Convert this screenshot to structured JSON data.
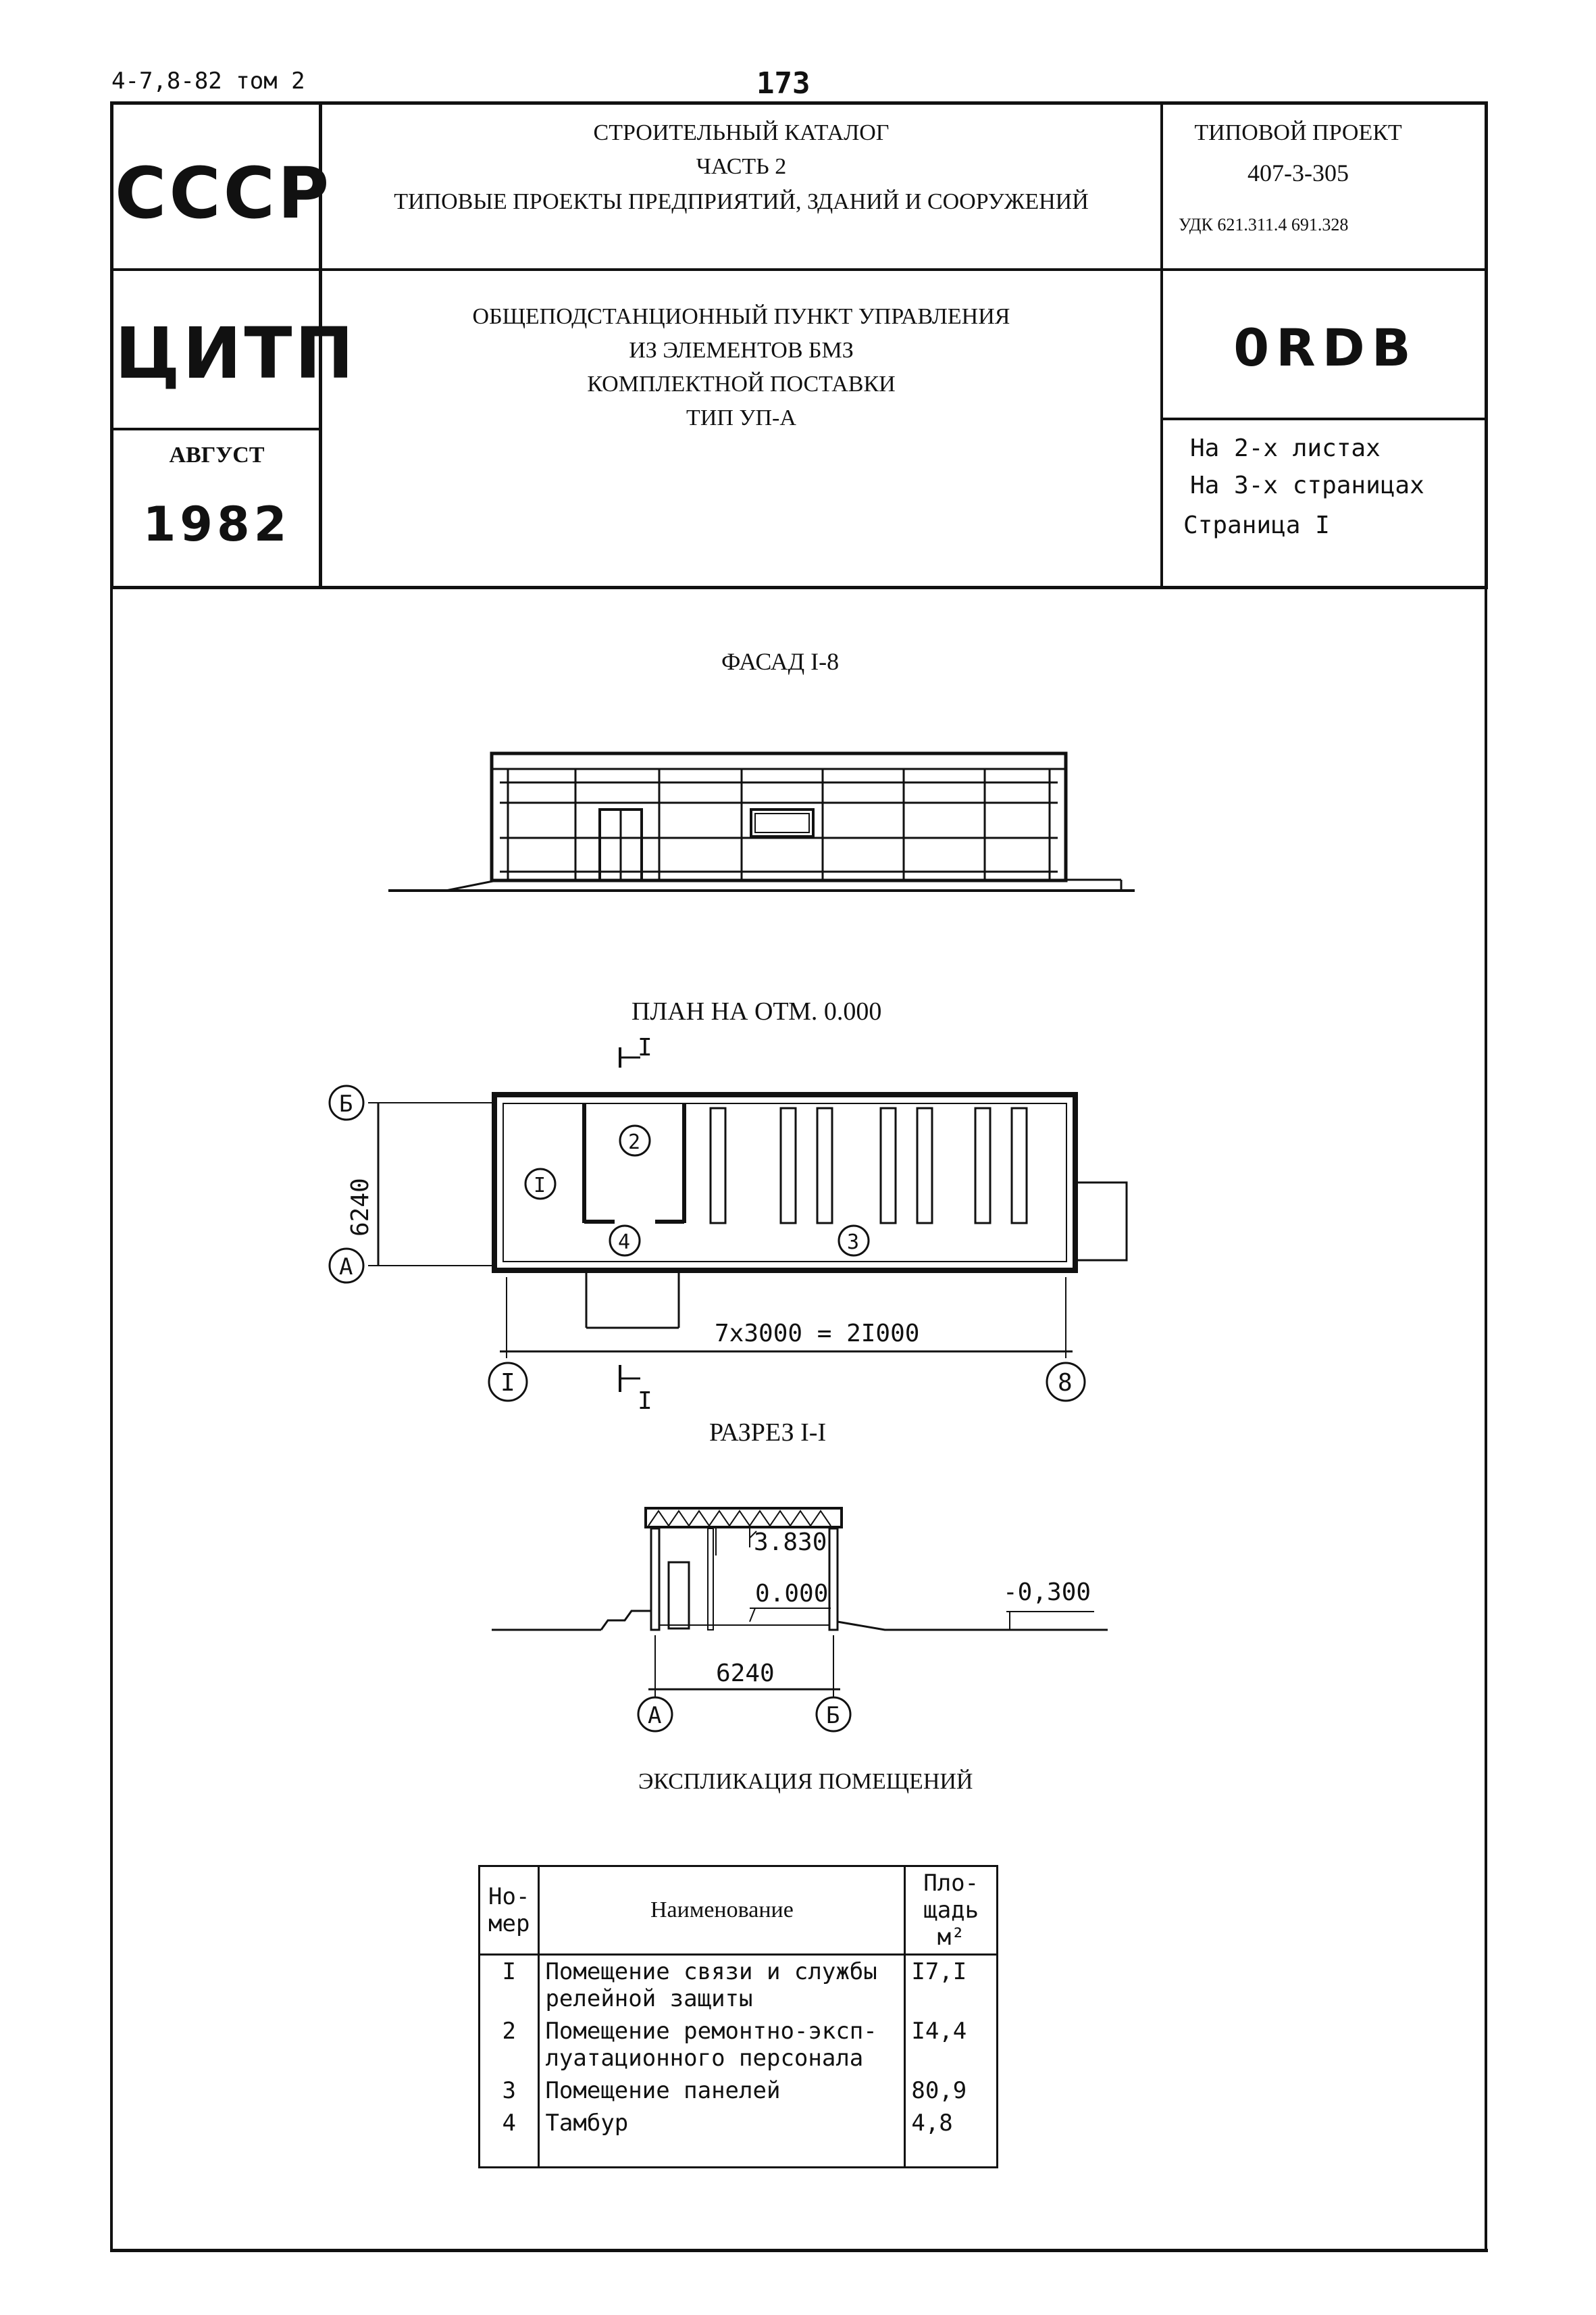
{
  "header": {
    "top_left_ref": "4-7,8-82 том 2",
    "page_number": "173",
    "org1": "СССР",
    "org2": "ЦИТП",
    "month": "АВГУСТ",
    "year": "1982",
    "catalog_title": [
      "СТРОИТЕЛЬНЫЙ КАТАЛОГ",
      "ЧАСТЬ 2",
      "ТИПОВЫЕ ПРОЕКТЫ ПРЕДПРИЯТИЙ, ЗДАНИЙ И СООРУЖЕНИЙ"
    ],
    "project_label": "ТИПОВОЙ ПРОЕКТ",
    "project_number": "407-3-305",
    "udk": "УДК 621.311.4 691.328",
    "object_title": [
      "ОБЩЕПОДСТАНЦИОННЫЙ ПУНКТ УПРАВЛЕНИЯ",
      "ИЗ ЭЛЕМЕНТОВ БМЗ",
      "КОМПЛЕКТНОЙ ПОСТАВКИ",
      "ТИП УП-А"
    ],
    "code": "0RDB",
    "sheets": "На 2-х листах",
    "pages": "На 3-х страницах",
    "page": "Страница I"
  },
  "drawings": {
    "facade_title": "ФАСАД I-8",
    "plan_title": "ПЛАН НА ОТМ. 0.000",
    "plan_dim_width": "6240",
    "plan_dim_length": "7x3000 = 2I000",
    "plan_axes": {
      "b": "Б",
      "a": "А",
      "one": "I",
      "eight": "8"
    },
    "plan_rooms": [
      "I",
      "2",
      "3",
      "4"
    ],
    "section_mark": "I",
    "section_title": "РАЗРЕЗ I-I",
    "section_height": "3.830",
    "section_floor": "0.000",
    "section_ground": "-0,300",
    "section_dim": "6240",
    "section_axes": {
      "a": "А",
      "b": "Б"
    }
  },
  "explication": {
    "title": "ЭКСПЛИКАЦИЯ ПОМЕЩЕНИЙ",
    "headers": {
      "num": "Но-\nмер",
      "name": "Наименование",
      "area": "Пло-\nщадь м²"
    },
    "rows": [
      {
        "num": "I",
        "name": "Помещение связи и службы релейной защиты",
        "area": "I7,I"
      },
      {
        "num": "2",
        "name": "Помещение ремонтно-эксп-луатационного персонала",
        "area": "I4,4"
      },
      {
        "num": "3",
        "name": "Помещение панелей",
        "area": "80,9"
      },
      {
        "num": "4",
        "name": "Тамбур",
        "area": "4,8"
      }
    ]
  }
}
